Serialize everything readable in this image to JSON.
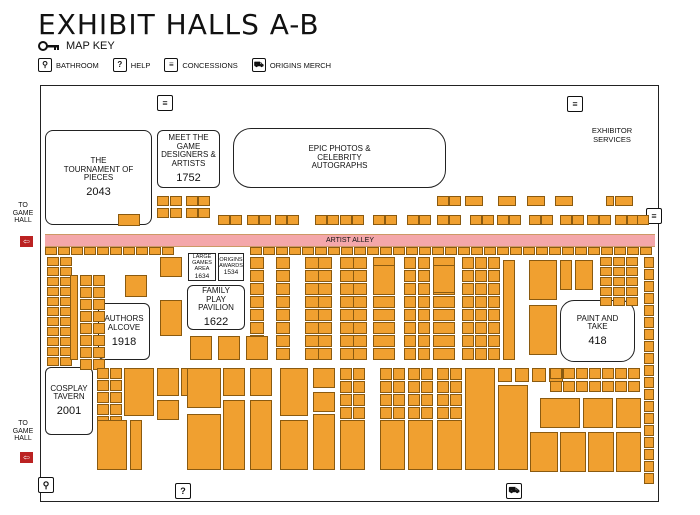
{
  "title": "EXHIBIT HALLS A-B",
  "map_key": "MAP KEY",
  "legend": [
    {
      "icon": "bathroom-icon",
      "label": "BATHROOM"
    },
    {
      "icon": "help-icon",
      "label": "HELP"
    },
    {
      "icon": "concessions-icon",
      "label": "CONCESSIONS"
    },
    {
      "icon": "merch-icon",
      "label": "ORIGINS MERCH"
    }
  ],
  "areas": {
    "tournament": {
      "name": "THE TOURNAMENT OF PIECES",
      "num": "2043"
    },
    "meet": {
      "name": "MEET THE GAME DESIGNERS & ARTISTS",
      "num": "1752"
    },
    "photos": {
      "name": "EPIC PHOTOS & CELEBRITY AUTOGRAPHS"
    },
    "services": {
      "name": "EXHIBITOR SERVICES"
    },
    "large_games": {
      "name": "LARGE GAMES AREA",
      "num": "1634"
    },
    "origins_awards": {
      "name": "ORIGINS AWARDS",
      "num": "1534"
    },
    "family": {
      "name": "FAMILY PLAY PAVILION",
      "num": "1622"
    },
    "authors": {
      "name": "AUTHORS ALCOVE",
      "num": "1918"
    },
    "cosplay": {
      "name": "COSPLAY TAVERN",
      "num": "2001"
    },
    "paint": {
      "name": "PAINT AND TAKE",
      "num": "418"
    }
  },
  "artist_alley": "ARTIST ALLEY",
  "to_game_hall": "TO GAME HALL",
  "colors": {
    "booth": "#f0a030",
    "alley": "#f4a7aa",
    "arrow": "#b22222"
  }
}
